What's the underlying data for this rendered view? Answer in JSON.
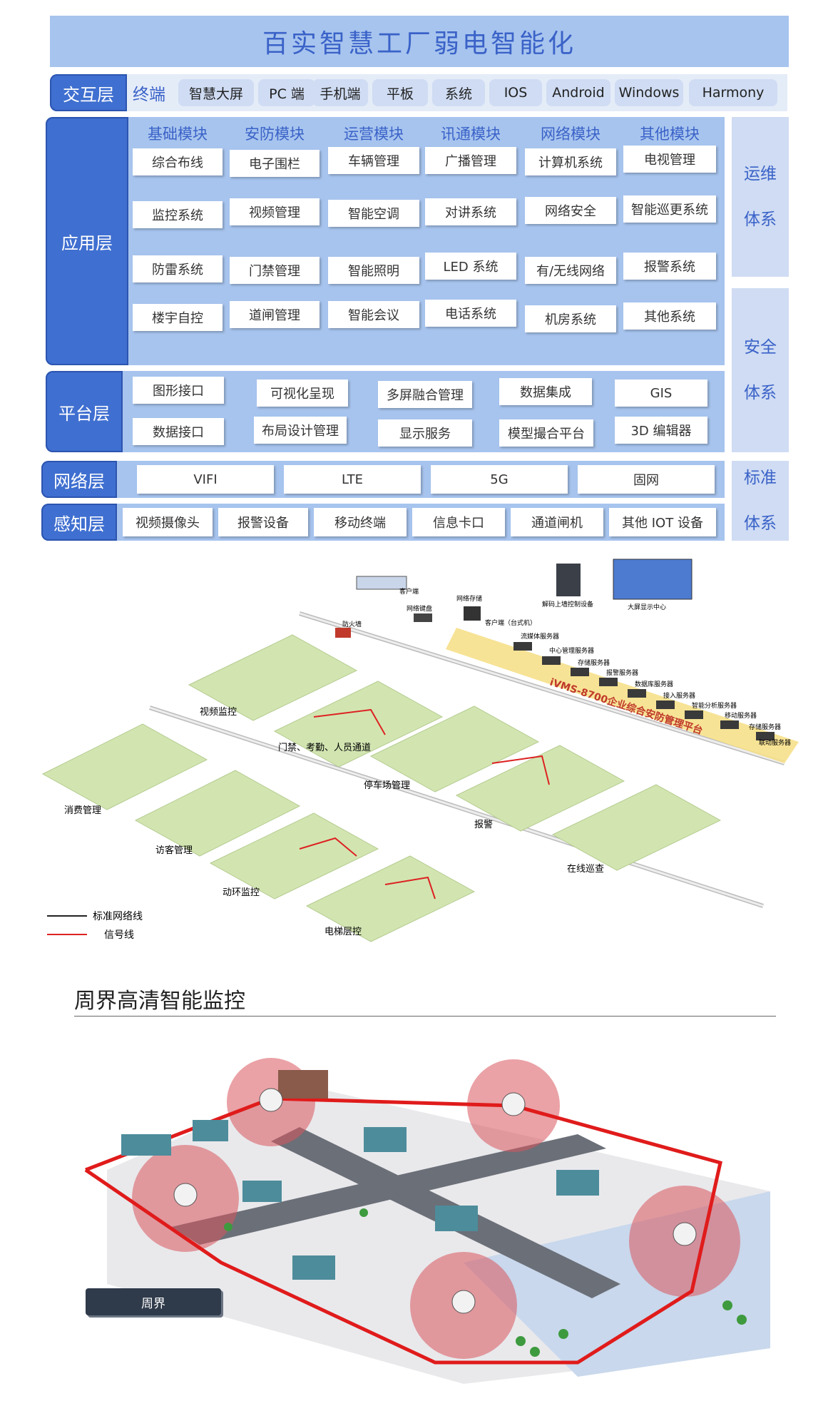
{
  "title": "百实智慧工厂弱电智能化",
  "interaction": {
    "label": "交互层",
    "terminal_label": "终端",
    "items": [
      "智慧大屏",
      "PC 端",
      "手机端",
      "平板",
      "系统",
      "IOS",
      "Android",
      "Windows",
      "Harmony"
    ]
  },
  "application": {
    "label": "应用层",
    "modules": [
      {
        "name": "基础模块",
        "items": [
          "综合布线",
          "监控系统",
          "防雷系统",
          "楼宇自控"
        ]
      },
      {
        "name": "安防模块",
        "items": [
          "电子围栏",
          "视频管理",
          "门禁管理",
          "道闸管理"
        ]
      },
      {
        "name": "运营模块",
        "items": [
          "车辆管理",
          "智能空调",
          "智能照明",
          "智能会议"
        ]
      },
      {
        "name": "讯通模块",
        "items": [
          "广播管理",
          "对讲系统",
          "LED 系统",
          "电话系统"
        ]
      },
      {
        "name": "网络模块",
        "items": [
          "计算机系统",
          "网络安全",
          "有/无线网络",
          "机房系统"
        ]
      },
      {
        "name": "其他模块",
        "items": [
          "电视管理",
          "智能巡更系统",
          "报警系统",
          "其他系统"
        ]
      }
    ]
  },
  "platform": {
    "label": "平台层",
    "row1": [
      "图形接口",
      "可视化呈现",
      "多屏融合管理",
      "数据集成",
      "GIS"
    ],
    "row2": [
      "数据接口",
      "布局设计管理",
      "显示服务",
      "模型撮合平台",
      "3D 编辑器"
    ]
  },
  "network": {
    "label": "网络层",
    "items": [
      "VIFI",
      "LTE",
      "5G",
      "固网"
    ]
  },
  "perception": {
    "label": "感知层",
    "items": [
      "视频摄像头",
      "报警设备",
      "移动终端",
      "信息卡口",
      "通道闸机",
      "其他 IOT 设备"
    ]
  },
  "side": {
    "ops": [
      "运维",
      "体系"
    ],
    "security": [
      "安全",
      "体系"
    ],
    "standard": [
      "标准",
      "体系"
    ]
  },
  "diagram": {
    "platform_label": "iVMS-8700企业综合安防管理平台",
    "zones": [
      "视频监控",
      "门禁、考勤、人员通道",
      "停车场管理",
      "报警",
      "在线巡查",
      "消费管理",
      "访客管理",
      "动环监控",
      "电梯层控"
    ],
    "top_devices": [
      "防火墙",
      "客户端",
      "网络键盘",
      "网络存储",
      "客户端（台式机）",
      "解码上墙控制设备",
      "大屏显示中心"
    ],
    "servers": [
      "中心管理服务器",
      "流媒体服务器",
      "存储服务器",
      "报警服务器",
      "数据库服务器",
      "接入服务器",
      "智能分析服务器",
      "移动服务器",
      "存储服务器",
      "联动服务器"
    ],
    "legend": [
      {
        "label": "标准网络线",
        "color": "#222222"
      },
      {
        "label": "信号线",
        "color": "#d22222"
      }
    ]
  },
  "perimeter": {
    "title": "周界高清智能监控",
    "banner": "周界"
  },
  "colors": {
    "title_bg": "#a7c4ee",
    "title_text": "#3a62c8",
    "layer_tab": "#3f6fd0",
    "panel": "#a7c4ee",
    "side_panel": "#cfdcf3"
  }
}
